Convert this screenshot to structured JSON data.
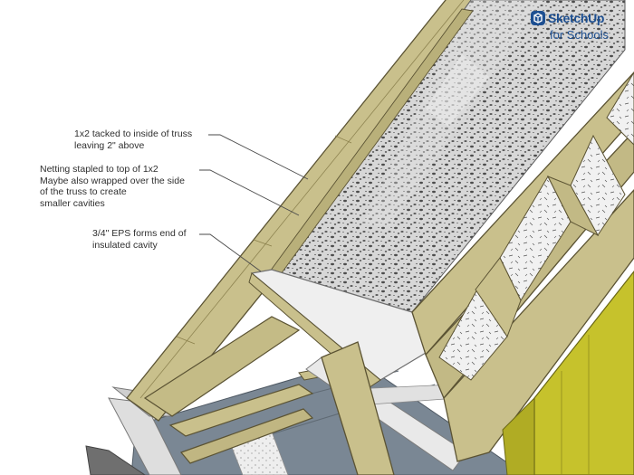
{
  "logo": {
    "title": "SketchUp",
    "subtitle": "for Schools",
    "brand_color": "#1d4f91"
  },
  "callouts": [
    {
      "text": "1x2 tacked to inside of truss\nleaving 2\" above"
    },
    {
      "text": "Netting stapled to top of 1x2\nMaybe also wrapped over the side\nof the truss to create\nsmaller cavities"
    },
    {
      "text": "3/4\" EPS forms end of\ninsulated cavity"
    }
  ],
  "colors": {
    "lumber": "#c9c08c",
    "lumber_edge": "#5b5333",
    "insulation_fill": "#d4d4d4",
    "eps_board": "#f1f1f1",
    "rigid_insulation": "#e9e9e9",
    "floor_slab": "#7a8794",
    "siding": "#c6c22c",
    "leader_line": "#4a4a4a"
  }
}
